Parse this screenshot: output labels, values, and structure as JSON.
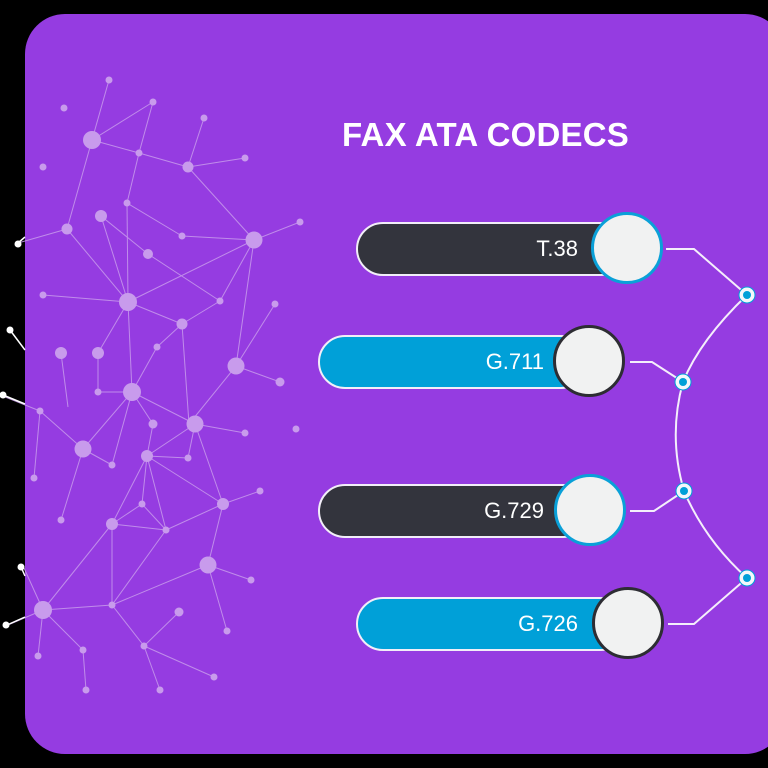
{
  "title": "FAX ATA CODECS",
  "colors": {
    "background": "#000000",
    "card": "#953ce1",
    "pill_dark": "#33343d",
    "pill_blue": "#00a0d8",
    "knob_fill": "#f1f2f2",
    "knob_ring_blue": "#0aa0d8",
    "knob_ring_dark": "#2d2d33",
    "connector_line": "#f4eefb",
    "node_dot": "#c89bec"
  },
  "codecs": [
    {
      "label": "T.38",
      "style": "dark",
      "knob_ring": "blue"
    },
    {
      "label": "G.711",
      "style": "blue",
      "knob_ring": "dark"
    },
    {
      "label": "G.729",
      "style": "dark",
      "knob_ring": "blue"
    },
    {
      "label": "G.726",
      "style": "blue",
      "knob_ring": "dark"
    }
  ],
  "decoration": {
    "network_graph": "network-graph-illustration",
    "connector_nodes": 4
  }
}
